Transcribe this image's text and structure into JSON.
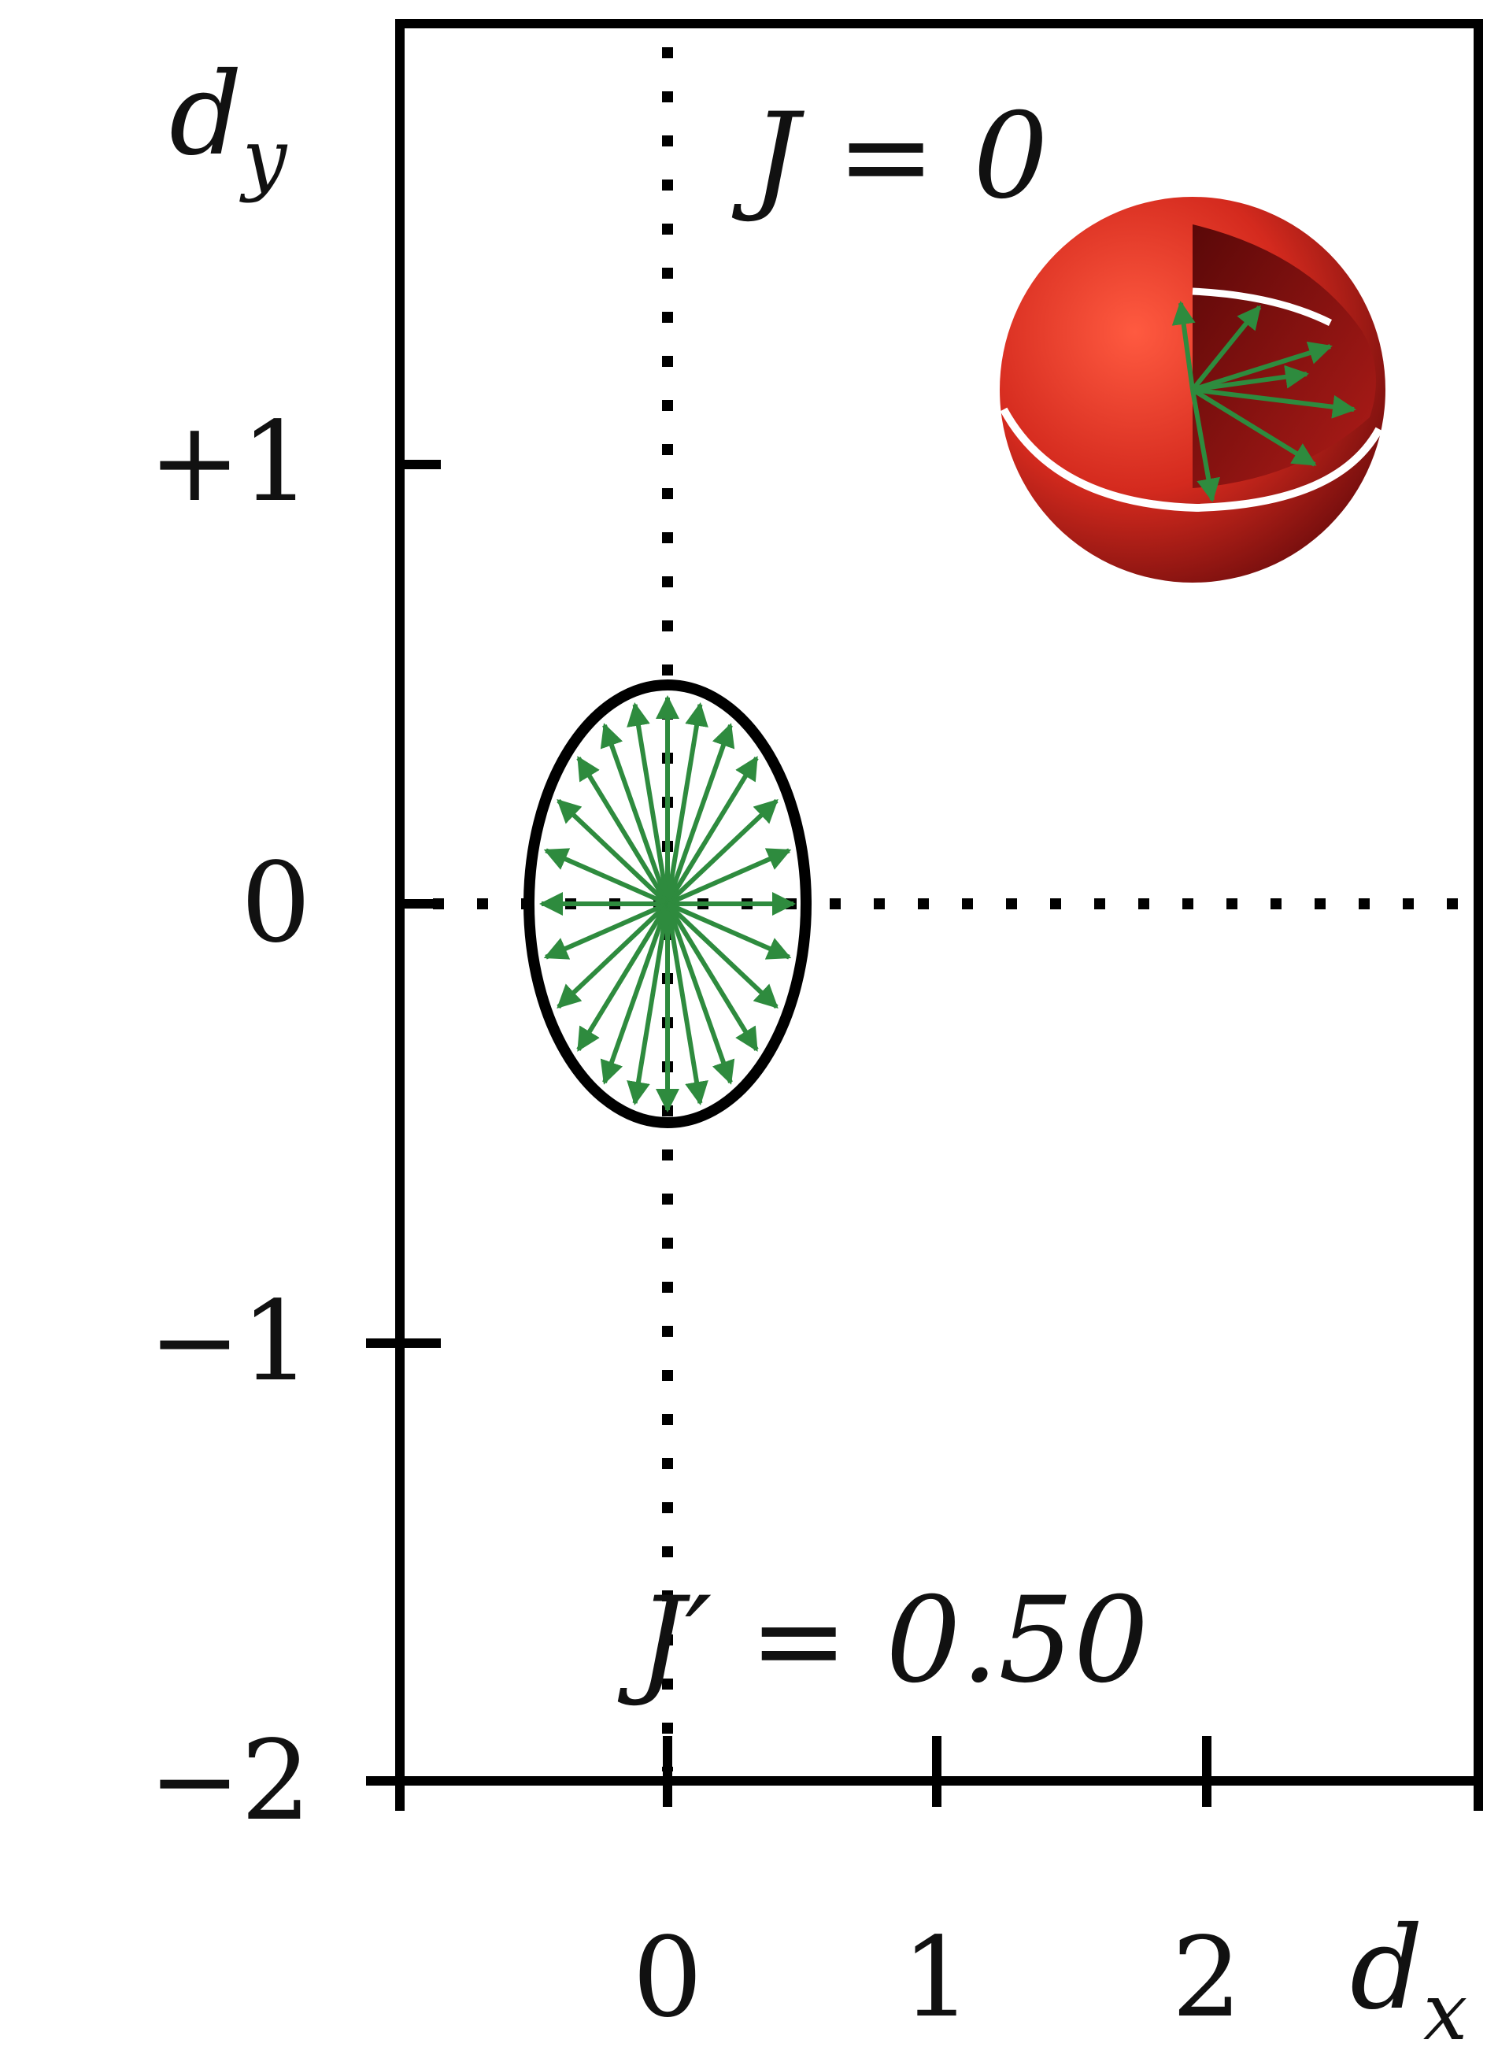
{
  "labels": {
    "y_axis": "d",
    "y_axis_sub": "y",
    "x_axis": "d",
    "x_axis_sub": "x",
    "annotation_j": "J = 0",
    "annotation_jprime": "J′ = 0.50"
  },
  "ticks": {
    "y": [
      {
        "value": 1,
        "label": "+1"
      },
      {
        "value": 0,
        "label": "0"
      },
      {
        "value": -1,
        "label": "−1"
      },
      {
        "value": -2,
        "label": "−2"
      }
    ],
    "x": [
      {
        "value": 0,
        "label": "0"
      },
      {
        "value": 1,
        "label": "1"
      },
      {
        "value": 2,
        "label": "2"
      }
    ]
  },
  "chart_data": {
    "type": "scatter",
    "xlim": [
      -1,
      3
    ],
    "ylim": [
      -2,
      2
    ],
    "ellipse": {
      "center": [
        0,
        0
      ],
      "semi_x": 0.5,
      "semi_y": 0.5
    },
    "arrow_count": 24,
    "colors": {
      "axes": "#000000",
      "arrows": "#2e8b3e",
      "sphere": "#e53a2a",
      "sphere_dark": "#7a1010"
    }
  }
}
